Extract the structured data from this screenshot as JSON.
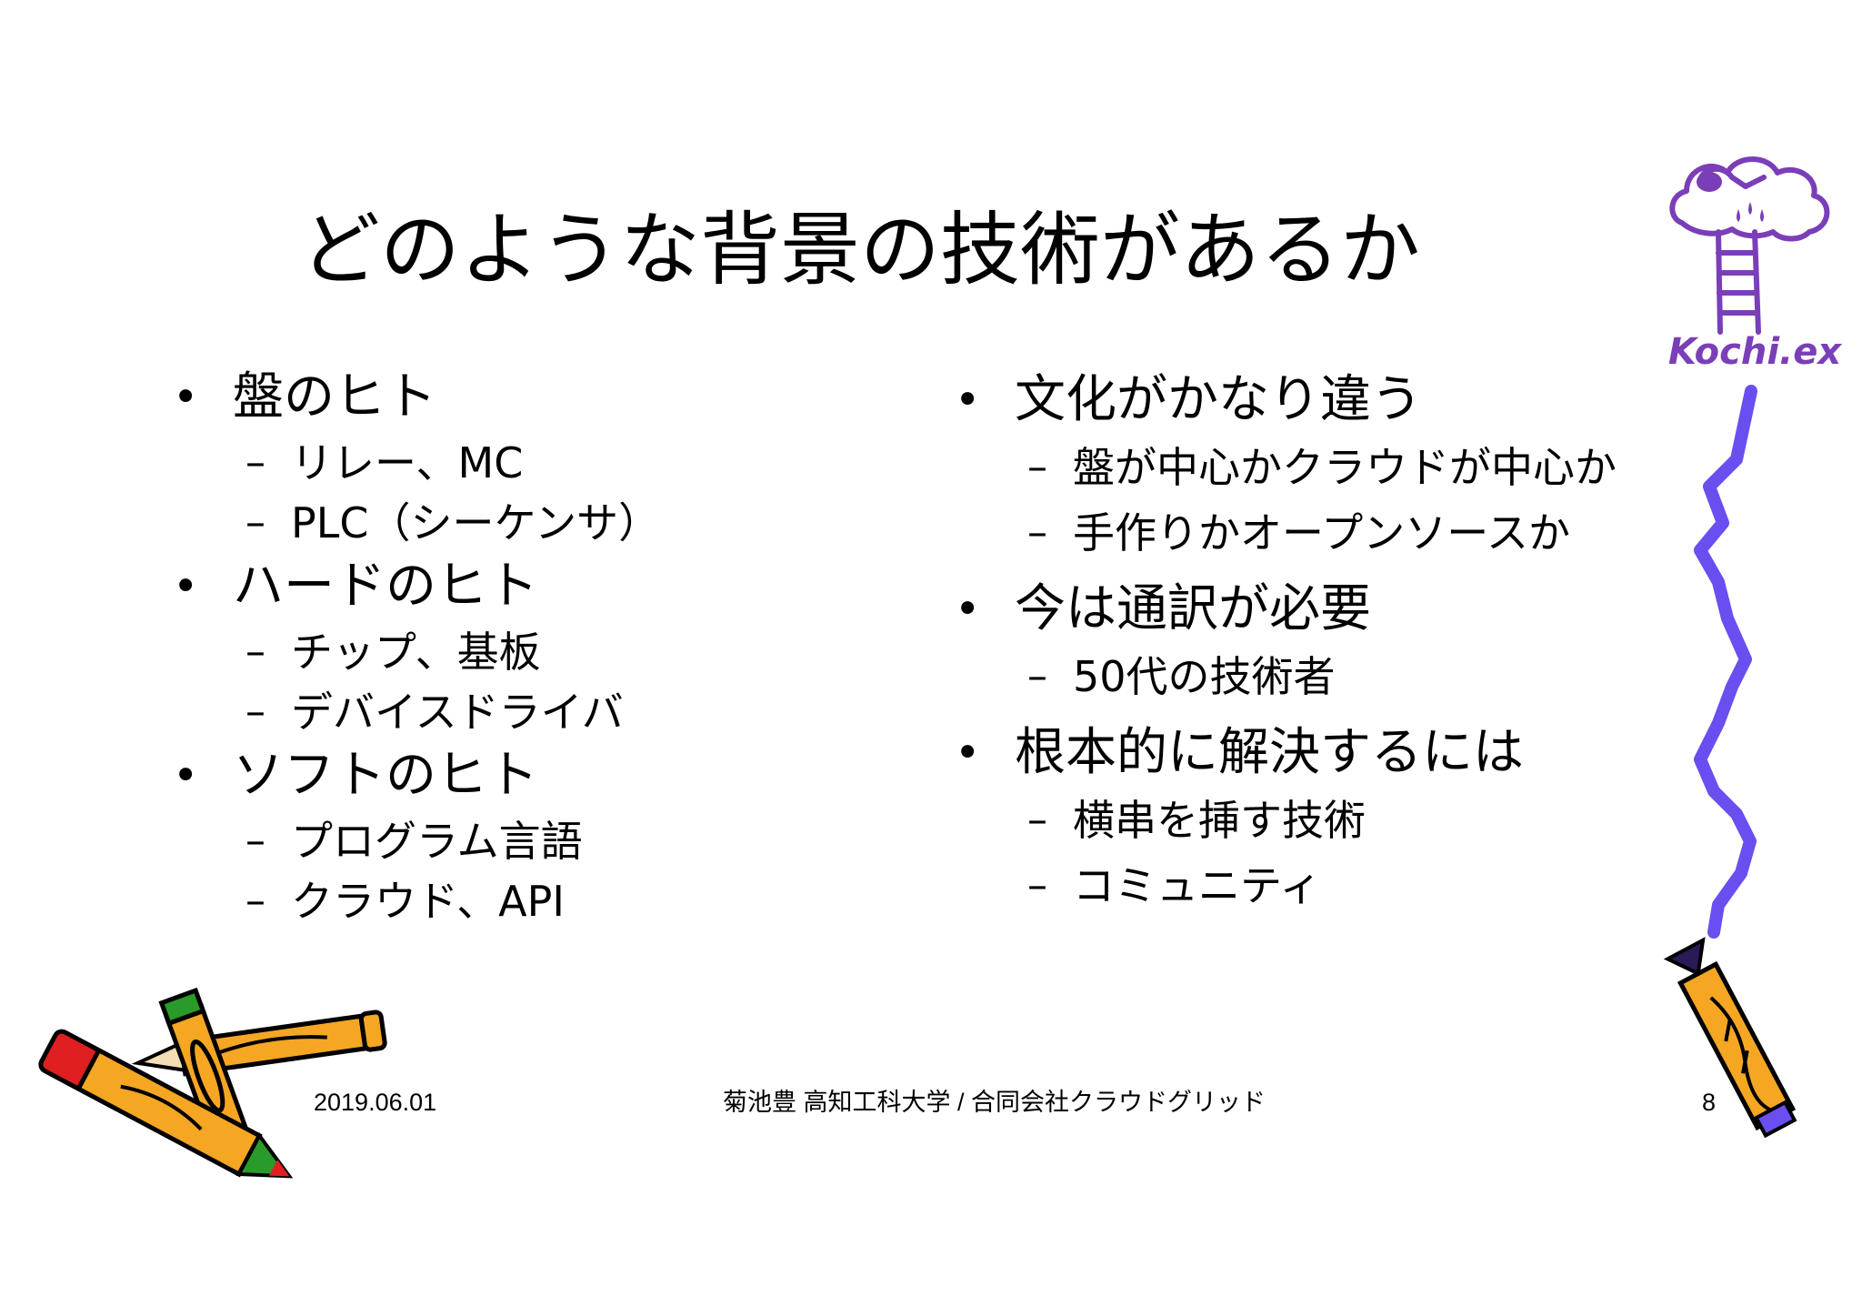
{
  "slide": {
    "title": "どのような背景の技術があるか",
    "left_column": [
      {
        "text": "盤のヒト",
        "subs": [
          "リレー、MC",
          "PLC（シーケンサ）"
        ]
      },
      {
        "text": "ハードのヒト",
        "subs": [
          "チップ、基板",
          "デバイスドライバ"
        ]
      },
      {
        "text": "ソフトのヒト",
        "subs": [
          "プログラム言語",
          "クラウド、API"
        ]
      }
    ],
    "right_column": [
      {
        "text": "文化がかなり違う",
        "subs": [
          "盤が中心かクラウドが中心か",
          "手作りかオープンソースか"
        ]
      },
      {
        "text": "今は通訳が必要",
        "subs": [
          "50代の技術者"
        ]
      },
      {
        "text": "根本的に解決するには",
        "subs": [
          "横串を挿す技術",
          "コミュニティ"
        ]
      }
    ],
    "bullet_glyph": "•",
    "dash_glyph": "–"
  },
  "footer": {
    "date": "2019.06.01",
    "center": "菊池豊 高知工科大学 / 合同会社クラウドグリッド",
    "page": "8"
  },
  "logo": {
    "text": "Kochi.ex",
    "color": "#7a3fb8"
  },
  "colors": {
    "lightning": "#6b4ef0",
    "pencil_body": "#f5a623",
    "pencil_tip": "#e02020",
    "pencil_eraser": "#2a9a2a"
  }
}
